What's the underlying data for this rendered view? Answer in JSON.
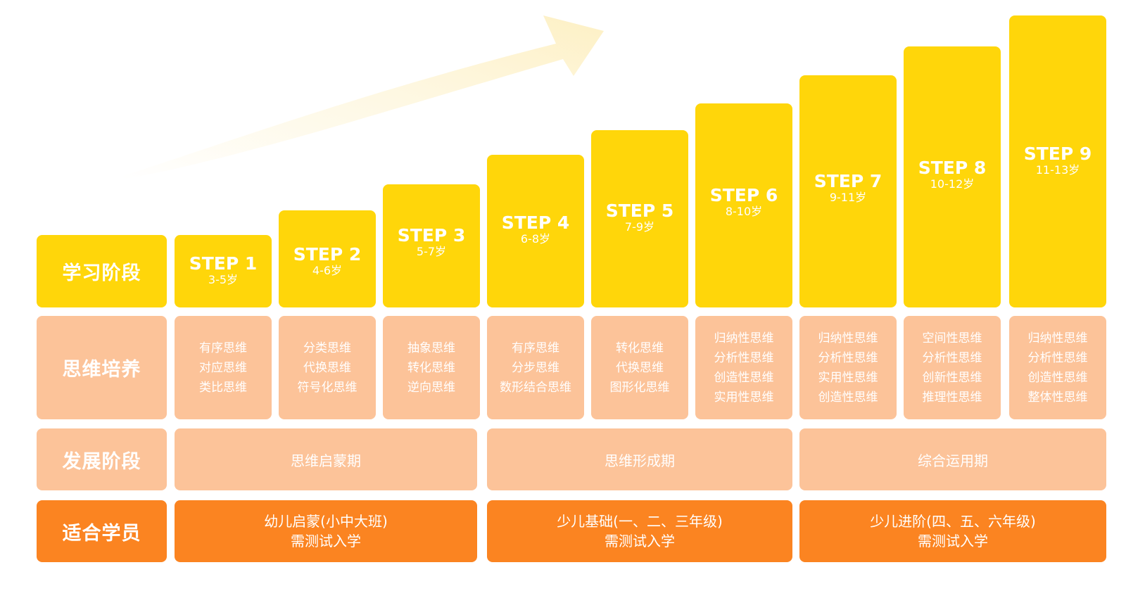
{
  "row_labels": {
    "stage": "学习阶段",
    "thinking": "思维培养",
    "development": "发展阶段",
    "students": "适合学员"
  },
  "steps": [
    {
      "title": "STEP 1",
      "age": "3-5岁",
      "thinking": [
        "有序思维",
        "对应思维",
        "类比思维"
      ]
    },
    {
      "title": "STEP 2",
      "age": "4-6岁",
      "thinking": [
        "分类思维",
        "代换思维",
        "符号化思维"
      ]
    },
    {
      "title": "STEP 3",
      "age": "5-7岁",
      "thinking": [
        "抽象思维",
        "转化思维",
        "逆向思维"
      ]
    },
    {
      "title": "STEP 4",
      "age": "6-8岁",
      "thinking": [
        "有序思维",
        "分步思维",
        "数形结合思维"
      ]
    },
    {
      "title": "STEP 5",
      "age": "7-9岁",
      "thinking": [
        "转化思维",
        "代换思维",
        "图形化思维"
      ]
    },
    {
      "title": "STEP 6",
      "age": "8-10岁",
      "thinking": [
        "归纳性思维",
        "分析性思维",
        "创造性思维",
        "实用性思维"
      ]
    },
    {
      "title": "STEP 7",
      "age": "9-11岁",
      "thinking": [
        "归纳性思维",
        "分析性思维",
        "实用性思维",
        "创造性思维"
      ]
    },
    {
      "title": "STEP 8",
      "age": "10-12岁",
      "thinking": [
        "空间性思维",
        "分析性思维",
        "创新性思维",
        "推理性思维"
      ]
    },
    {
      "title": "STEP 9",
      "age": "11-13岁",
      "thinking": [
        "归纳性思维",
        "分析性思维",
        "创造性思维",
        "整体性思维"
      ]
    }
  ],
  "phases": [
    {
      "label": "思维启蒙期",
      "student_line1": "幼儿启蒙(小中大班)",
      "student_line2": "需测试入学"
    },
    {
      "label": "思维形成期",
      "student_line1": "少儿基础(一、二、三年级)",
      "student_line2": "需测试入学"
    },
    {
      "label": "综合运用期",
      "student_line1": "少儿进阶(四、五、六年级)",
      "student_line2": "需测试入学"
    }
  ],
  "colors": {
    "step_yellow": "#ffd60a",
    "thinking_peach": "#fcc399",
    "student_orange": "#fb8421",
    "arrow_cream": "#fef6dc"
  }
}
